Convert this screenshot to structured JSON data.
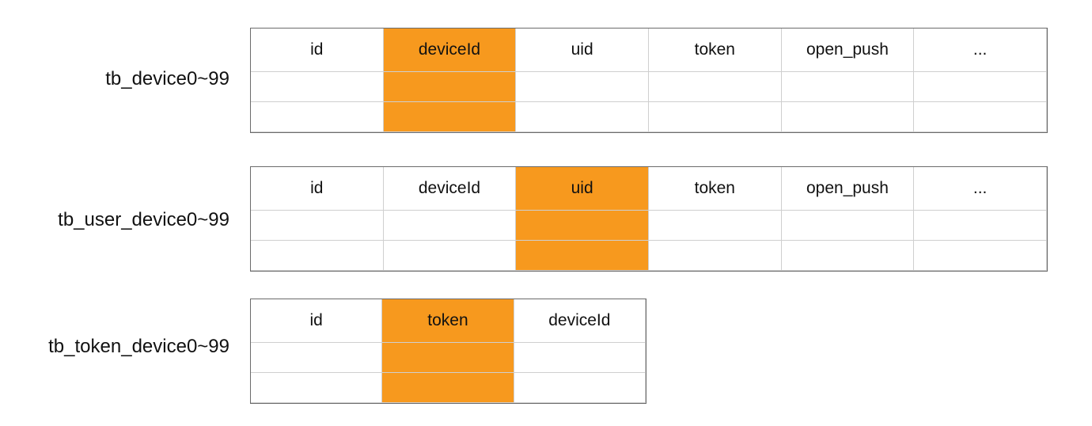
{
  "highlight_color": "#f7991e",
  "tables": [
    {
      "label": "tb_device0~99",
      "columns": [
        "id",
        "deviceId",
        "uid",
        "token",
        "open_push",
        "..."
      ],
      "highlight_index": 1,
      "empty_rows": 2
    },
    {
      "label": "tb_user_device0~99",
      "columns": [
        "id",
        "deviceId",
        "uid",
        "token",
        "open_push",
        "..."
      ],
      "highlight_index": 2,
      "empty_rows": 2
    },
    {
      "label": "tb_token_device0~99",
      "columns": [
        "id",
        "token",
        "deviceId"
      ],
      "highlight_index": 1,
      "empty_rows": 2
    }
  ]
}
